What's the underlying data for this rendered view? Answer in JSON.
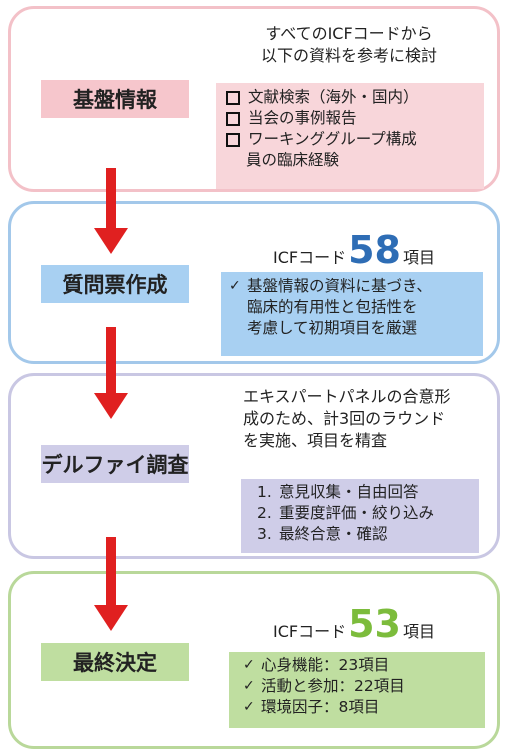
{
  "steps": [
    {
      "label": "基盤情報",
      "intro": [
        "すべてのICFコードから",
        "以下の資料を参考に検討"
      ],
      "items": [
        "文献検索（海外・国内）",
        "当会の事例報告",
        "ワーキンググループ構成",
        "員の臨床経験"
      ]
    },
    {
      "label": "質問票作成",
      "count_prefix": "ICFコード",
      "count": "58",
      "count_suffix": "項目",
      "lines": [
        "基盤情報の資料に基づき、",
        "臨床的有用性と包括性を",
        "考慮して初期項目を厳選"
      ]
    },
    {
      "label": "デルファイ調査",
      "intro": [
        "エキスパートパネルの合意形",
        "成のため、計3回のラウンド",
        "を実施、項目を精査"
      ],
      "items": [
        {
          "num": "1.",
          "text": "意見収集・自由回答"
        },
        {
          "num": "2.",
          "text": "重要度評価・絞り込み"
        },
        {
          "num": "3.",
          "text": "最終合意・確認"
        }
      ]
    },
    {
      "label": "最終決定",
      "count_prefix": "ICFコード",
      "count": "53",
      "count_suffix": "項目",
      "items": [
        "心身機能：23項目",
        "活動と参加：22項目",
        "環境因子：8項目"
      ]
    }
  ],
  "colors": {
    "pink": "#f6c6cc",
    "blue": "#a8d0f2",
    "lavender": "#cfcde8",
    "green": "#bfdea0",
    "arrow": "#e02020",
    "count_blue": "#2e6db5",
    "count_green": "#7cbc3c"
  },
  "icons": {
    "bullet": "checkbox-square-icon",
    "check": "check-mark-icon",
    "arrow": "down-arrow-icon"
  }
}
